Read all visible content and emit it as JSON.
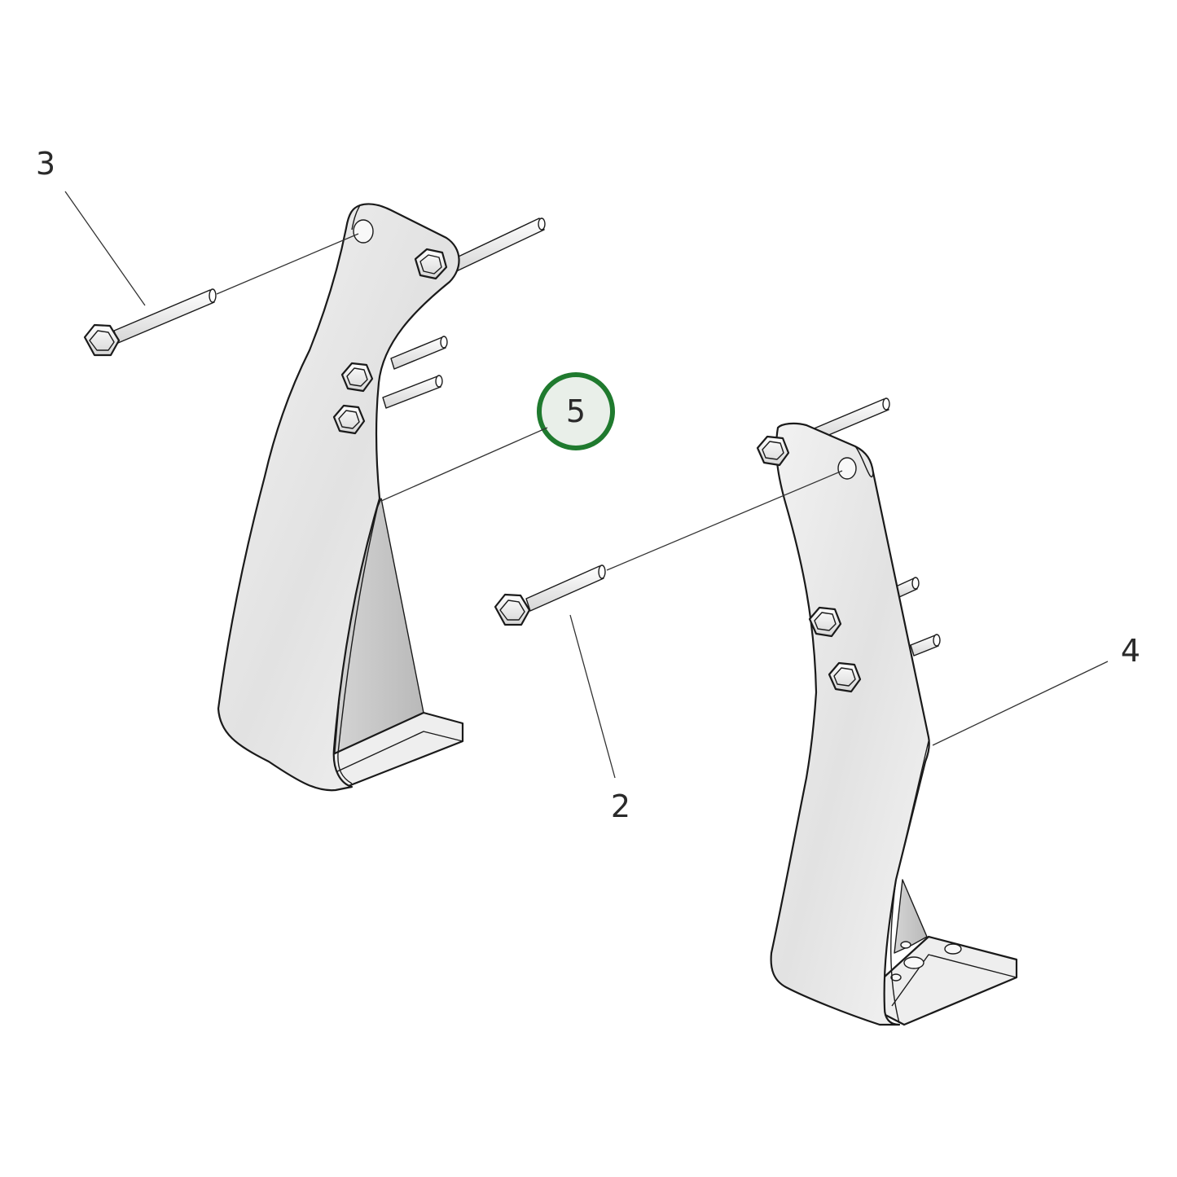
{
  "callouts": {
    "item3": "3",
    "item5": "5",
    "item2": "2",
    "item4": "4"
  },
  "colors": {
    "highlight_ring": "#1f7a2e",
    "part_fill": "#eaeaea",
    "part_shade": "#cfcfcf",
    "line": "#1a1a1a"
  },
  "highlighted_item": "5"
}
